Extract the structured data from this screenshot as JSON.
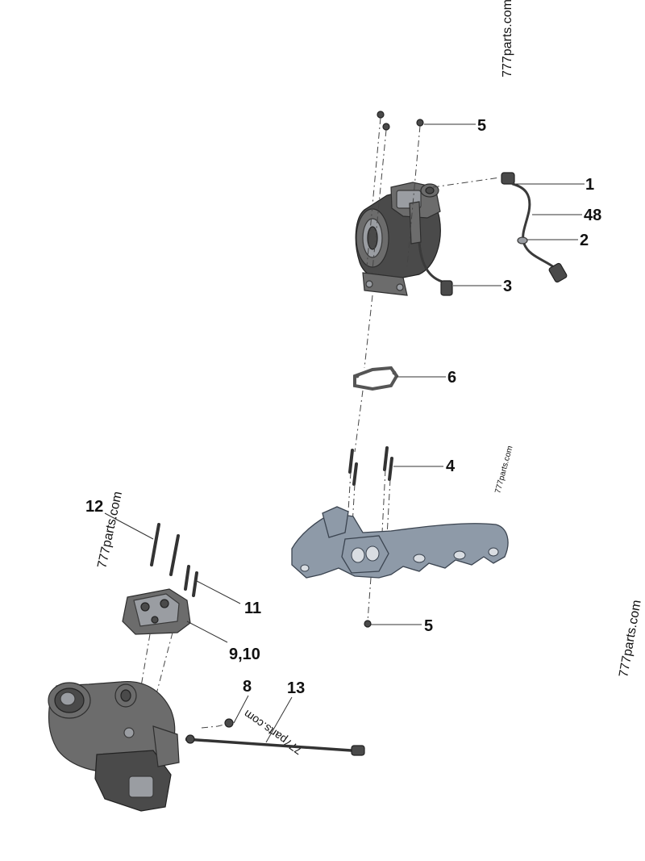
{
  "watermarks": {
    "top_right": "777parts.com",
    "manifold": "777parts.com",
    "left": "777parts.com",
    "right": "777parts.com",
    "rod": "777parts.com"
  },
  "callouts": {
    "c1": "1",
    "c48": "48",
    "c2": "2",
    "c3": "3",
    "c5_top": "5",
    "c6": "6",
    "c4": "4",
    "c5_bottom": "5",
    "c12": "12",
    "c11": "11",
    "c9_10": "9,10",
    "c8": "8",
    "c13": "13"
  }
}
